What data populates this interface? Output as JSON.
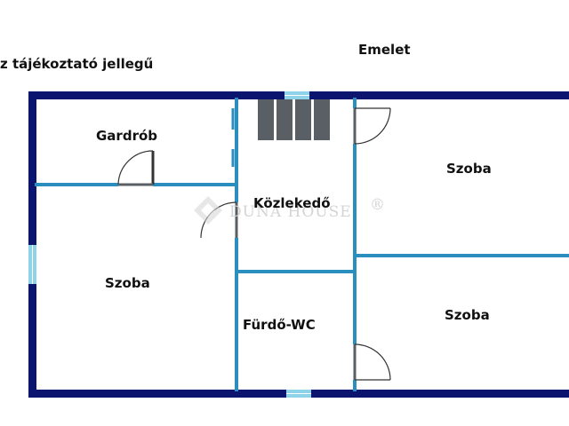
{
  "header": {
    "note": "z tájékoztató jellegű",
    "floor": "Emelet"
  },
  "rooms": {
    "gardrob": "Gardrób",
    "kozlekedo": "Közlekedő",
    "szoba_left": "Szoba",
    "szoba_top_right": "Szoba",
    "szoba_bottom_right": "Szoba",
    "furdo_wc": "Fürdő-WC"
  },
  "watermark": {
    "text": "DUNA HOUSE",
    "mark": "®"
  },
  "colors": {
    "outer_wall": "#0b1570",
    "inner_wall": "#2a8fbf",
    "window": "#8fd3e8",
    "door_arc": "#333333",
    "stairs": "#5a5f66",
    "watermark": "#d4d4d4"
  }
}
